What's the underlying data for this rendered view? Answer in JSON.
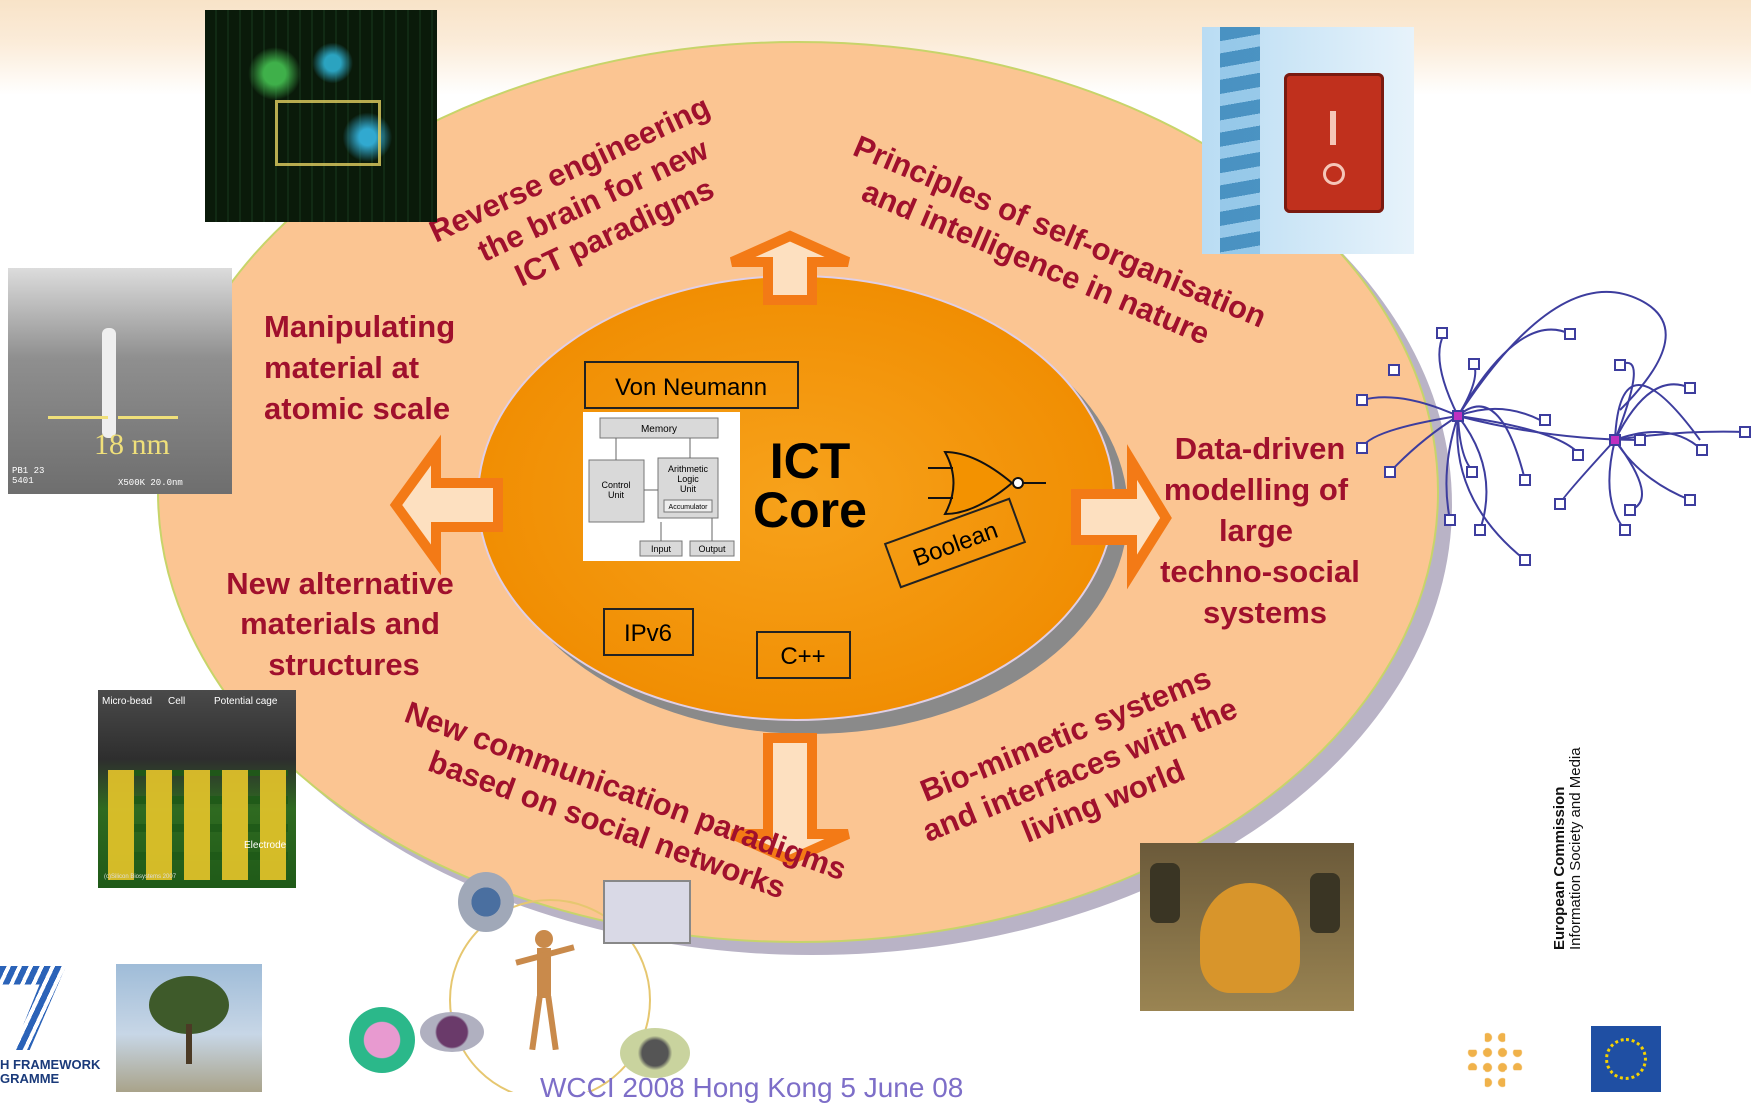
{
  "core": {
    "title_line1": "ICT",
    "title_line2": "Core",
    "boxes": [
      "Von Neumann",
      "IPv6",
      "C++",
      "Boolean"
    ],
    "cpu_diagram": {
      "memory": "Memory",
      "control_line1": "Control",
      "control_line2": "Unit",
      "alu_line1": "Arithmetic",
      "alu_line2": "Logic",
      "alu_line3": "Unit",
      "accumulator": "Accumulator",
      "input": "Input",
      "output": "Output"
    }
  },
  "themes": {
    "reverse_engineering": [
      "Reverse engineering",
      "the brain for new",
      "ICT paradigms"
    ],
    "principles": [
      "Principles of self-organisation",
      "and intelligence in nature"
    ],
    "manipulating": [
      "Manipulating",
      "material at",
      "atomic scale"
    ],
    "data_driven": [
      "Data-driven",
      "modelling of",
      "large",
      "techno-social",
      "systems"
    ],
    "new_materials": [
      "New alternative",
      "materials and",
      "structures"
    ],
    "communication": [
      "New communication paradigms",
      "based on social networks"
    ],
    "biomimetic": [
      "Bio-mimetic systems",
      "and interfaces with the",
      "living world"
    ]
  },
  "images": {
    "sem_label": "18 nm",
    "sem_footer_left": "PB1 23\n5401",
    "sem_footer_right": "X500K 20.0nm",
    "trap_labels": [
      "Micro-bead",
      "Cell",
      "Potential cage",
      "Electrode"
    ],
    "trap_credit": "(c)Silicon Biosystems 2007"
  },
  "branding": {
    "ec_line1": "European Commission",
    "ec_line2": "Information Society and Media",
    "fp7_line1": "H FRAMEWORK",
    "fp7_line2": "GRAMME"
  },
  "footer": "WCCI 2008 Hong Kong 5 June 08",
  "colors": {
    "outer_ring": "#fbc592",
    "core": "#f39200",
    "text": "#a0102d",
    "arrow_fill": "#fde0c0",
    "arrow_stroke": "#f37a16",
    "network": "#3d3d9e"
  }
}
